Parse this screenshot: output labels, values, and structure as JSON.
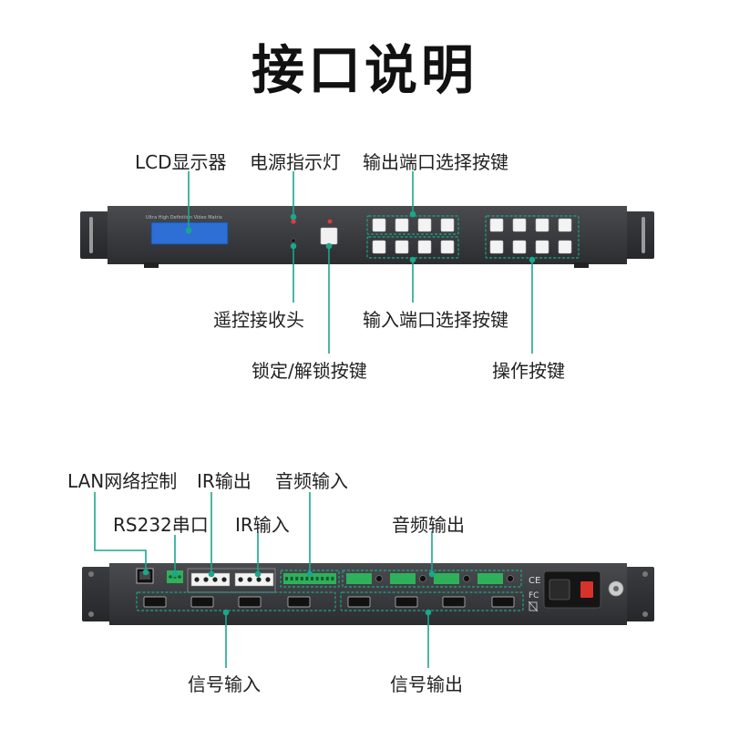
{
  "title": "接口说明",
  "front_labels": {
    "lcd": "LCD显示器",
    "power": "电源指示灯",
    "output_keys": "输出端口选择按键",
    "ir_receiver": "遥控接收头",
    "input_keys": "输入端口选择按键",
    "lock": "锁定/解锁按键",
    "operation_keys": "操作按键"
  },
  "front_panel": {
    "screen_caption": "Ultra High Definition Video Matrix"
  },
  "rear_labels": {
    "lan": "LAN网络控制",
    "rs232": "RS232串口",
    "ir_out": "IR输出",
    "ir_in": "IR输入",
    "audio_in": "音频输入",
    "audio_out": "音频输出",
    "signal_in": "信号输入",
    "signal_out": "信号输出"
  },
  "colors": {
    "accent": "#1aa78c",
    "chassis": "#3a3b3e",
    "lcd": "#2e6fd6"
  },
  "icons": [
    "ce-mark",
    "fc-mark",
    "weee-bin-icon",
    "ground-icon",
    "power-switch-icon"
  ]
}
